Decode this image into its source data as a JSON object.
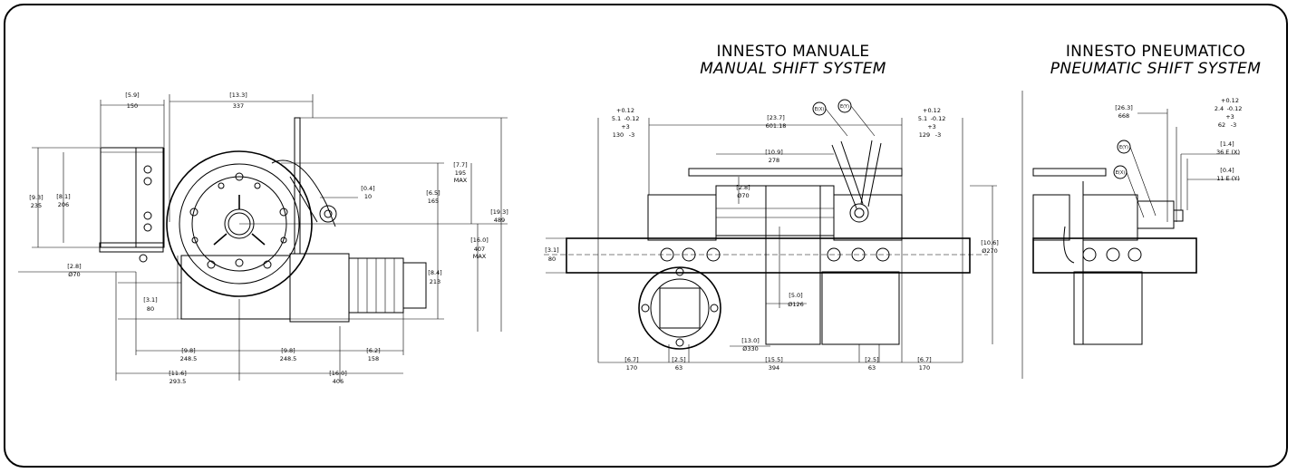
{
  "headings": {
    "manual_it": "INNESTO MANUALE",
    "manual_en": "MANUAL SHIFT SYSTEM",
    "pneumatic_it": "INNESTO PNEUMATICO",
    "pneumatic_en": "PNEUMATIC SHIFT SYSTEM"
  },
  "dims": {
    "d5_9": "[5.9]",
    "d150": "150",
    "d13_3": "[13.3]",
    "d337": "337",
    "d9_3": "[9.3]",
    "d235": "235",
    "d8_1": "[8.1]",
    "d206": "206",
    "d0_4": "[0.4]",
    "d10": "10",
    "d6_5": "[6.5]",
    "d165": "165",
    "d7_7": "[7.7]",
    "d195": "195",
    "max1": "MAX",
    "d19_3": "[19.3]",
    "d489": "489",
    "d16_0a": "[16.0]",
    "d407": "407",
    "max2": "MAX",
    "d2_8a": "[2.8]",
    "phi70a": "Ø70",
    "d8_4": "[8.4]",
    "d213": "213",
    "d3_1a": "[3.1]",
    "d80a": "80",
    "d9_8a": "[9.8]",
    "d248_5a": "248.5",
    "d9_8b": "[9.8]",
    "d248_5b": "248.5",
    "d6_2": "[6.2]",
    "d158": "158",
    "d11_6": "[11.6]",
    "d293_5": "293.5",
    "d16_0b": "[16.0]",
    "d406": "406",
    "tolL_plus": "+0.12",
    "tolL_base": "5.1",
    "tolL_minus": "-0.12",
    "tolL_p3": "+3",
    "tolL_val": "130",
    "tolL_m3": "-3",
    "d23_7": "[23.7]",
    "d601": "601.18",
    "ex1": "E(X)",
    "ey1": "E(Y)",
    "tolR_plus": "+0.12",
    "tolR_base": "5.1",
    "tolR_minus": "-0.12",
    "tolR_p3": "+3",
    "tolR_val": "129",
    "tolR_m3": "-3",
    "d10_9": "[10.9]",
    "d278": "278",
    "d2_8b": "[2.8]",
    "phi70b": "Ø70",
    "d3_1b": "[3.1]",
    "d80b": "80",
    "d10_6": "[10.6]",
    "phi270": "Ø270",
    "d5_0": "[5.0]",
    "phi126": "Ø126",
    "d13_0": "[13.0]",
    "phi330": "Ø330",
    "d6_7a": "[6.7]",
    "d170a": "170",
    "d2_5a": "[2.5]",
    "d63a": "63",
    "d15_5": "[15.5]",
    "d394": "394",
    "d2_5b": "[2.5]",
    "d63b": "63",
    "d6_7b": "[6.7]",
    "d170b": "170",
    "d26_3": "[26.3]",
    "d668": "668",
    "tolP_plus": "+0.12",
    "tolP_base": "2.4",
    "tolP_minus": "-0.12",
    "tolP_p3": "+3",
    "tolP_val": "62",
    "tolP_m3": "-3",
    "d1_4": "[1.4]",
    "d36ex": "36  E (X)",
    "d0_4b": "[0.4]",
    "d11ey": "11  E (Y)",
    "ey2": "E(Y)",
    "ex2": "E(X)"
  }
}
